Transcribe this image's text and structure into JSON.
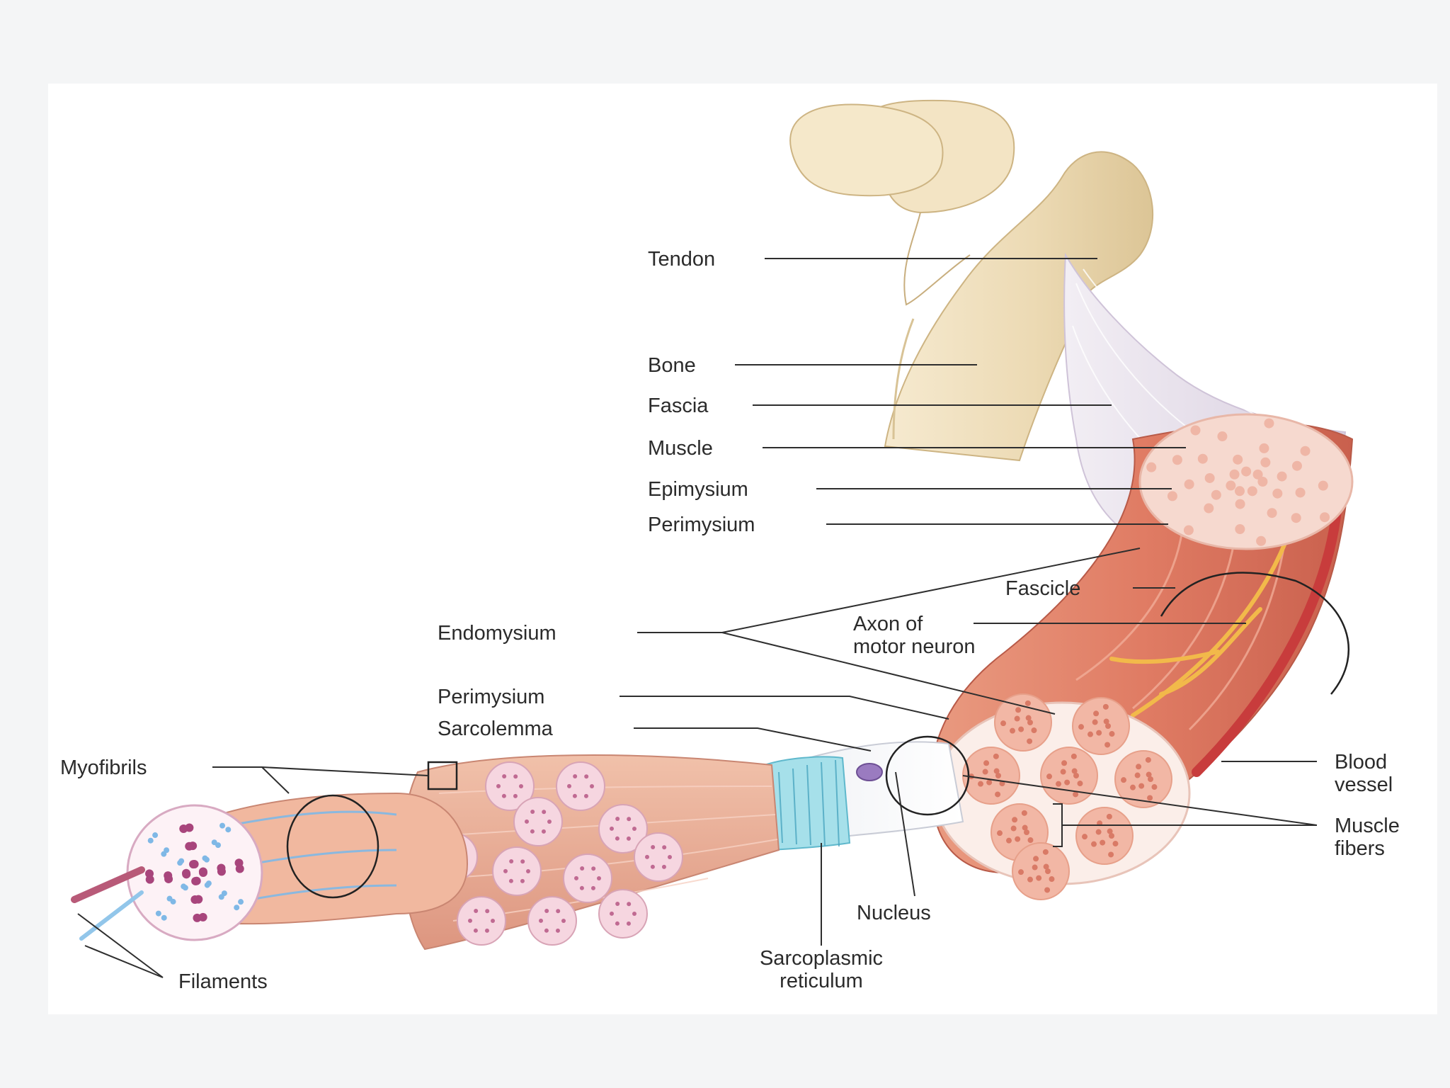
{
  "labels": {
    "tendon": "Tendon",
    "bone": "Bone",
    "fascia": "Fascia",
    "muscle": "Muscle",
    "epimysium": "Epimysium",
    "perimysium_top": "Perimysium",
    "fascicle": "Fascicle",
    "axon_line1": "Axon of",
    "axon_line2": "motor neuron",
    "endomysium": "Endomysium",
    "perimysium_mid": "Perimysium",
    "sarcolemma": "Sarcolemma",
    "myofibrils": "Myofibrils",
    "blood_line1": "Blood",
    "blood_line2": "vessel",
    "muscle_fibers_line1": "Muscle",
    "muscle_fibers_line2": "fibers",
    "nucleus": "Nucleus",
    "sr_line1": "Sarcoplasmic",
    "sr_line2": "reticulum",
    "filaments": "Filaments"
  },
  "colors": {
    "slide_background": "#f4f5f6",
    "panel_background": "#ffffff",
    "bone": "#efe0bf",
    "muscle": "#e0826a",
    "tendon": "#ece6ee",
    "axon": "#f2b94a",
    "fiber_pink": "#f3c6bc",
    "myofibril_dots": "#a8457c",
    "sarcoplasmic_reticulum": "#8fd6e3"
  }
}
